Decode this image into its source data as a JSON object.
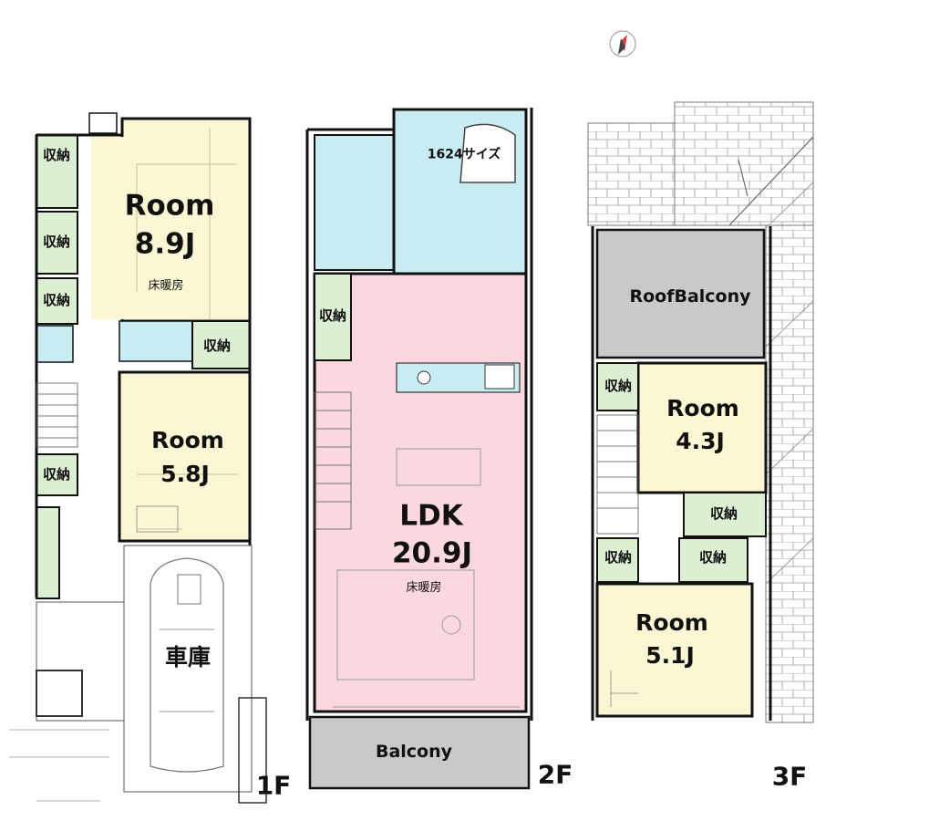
{
  "colors": {
    "room": "#fbf6d3",
    "storage": "#dcefd3",
    "wet": "#c9ecf2",
    "ldk": "#fbd7de",
    "balcony": "#c9c9c9",
    "wall": "#111111",
    "tile": "#9a9a9a"
  },
  "icons": {
    "compass": "compass-icon"
  },
  "floor1": {
    "label": "1F",
    "room_a": {
      "name": "Room",
      "size": "8.9J",
      "note": "床暖房"
    },
    "room_b": {
      "name": "Room",
      "size": "5.8J"
    },
    "storage": [
      "収納",
      "収納",
      "収納",
      "収納",
      "収納"
    ],
    "garage": "車庫"
  },
  "floor2": {
    "label": "2F",
    "bath": "1624サイズ",
    "storage": "収納",
    "ldk": {
      "name": "LDK",
      "size": "20.9J",
      "note": "床暖房"
    },
    "balcony": "Balcony"
  },
  "floor3": {
    "label": "3F",
    "roof_balcony": "RoofBalcony",
    "room_a": {
      "name": "Room",
      "size": "4.3J"
    },
    "room_b": {
      "name": "Room",
      "size": "5.1J"
    },
    "storage": [
      "収納",
      "収納",
      "収納",
      "収納"
    ]
  }
}
